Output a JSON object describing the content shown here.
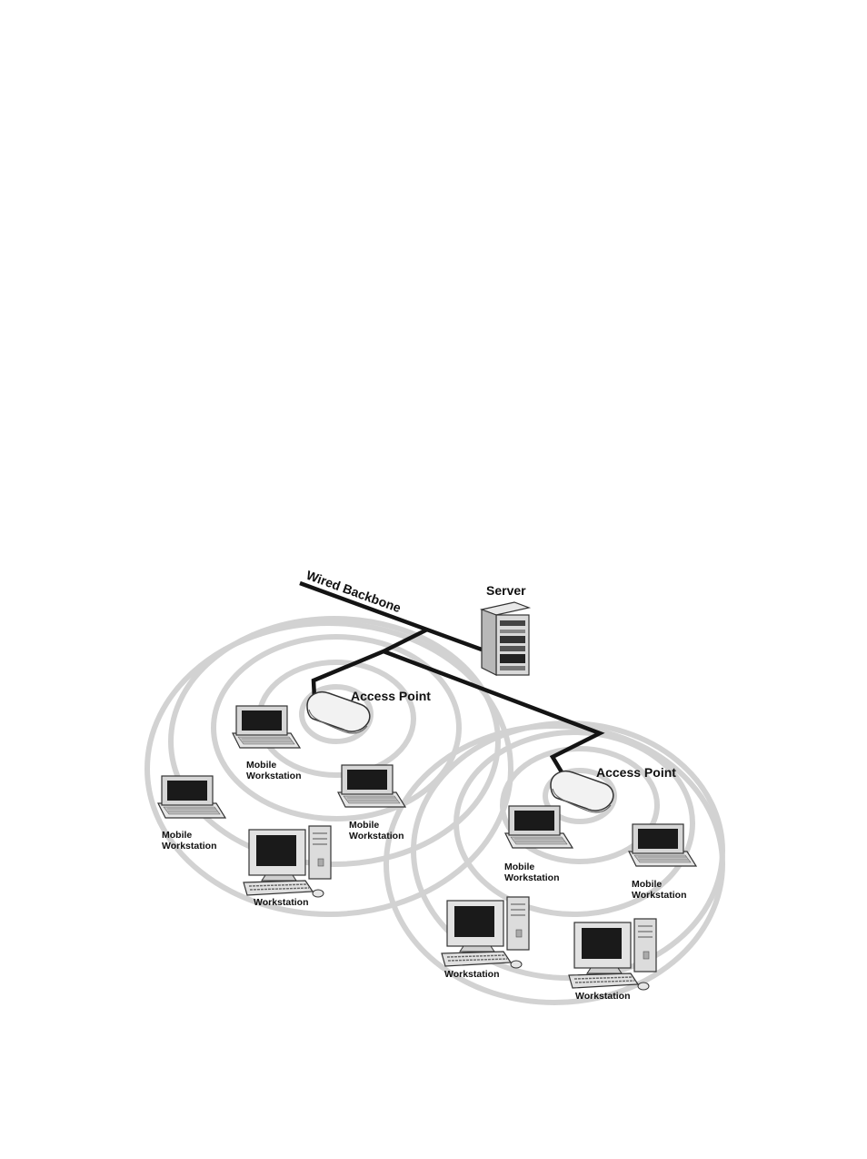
{
  "backbone_label": "Wired Backbone",
  "server_label": "Server",
  "access_points": [
    {
      "label": "Access Point"
    },
    {
      "label": "Access Point"
    }
  ],
  "devices": [
    {
      "type": "laptop",
      "line1": "Mobile",
      "line2": "Workstation"
    },
    {
      "type": "laptop",
      "line1": "Mobile",
      "line2": "Workstation"
    },
    {
      "type": "laptop",
      "line1": "Mobile",
      "line2": "Workstation"
    },
    {
      "type": "desktop",
      "line1": "Workstation"
    },
    {
      "type": "laptop",
      "line1": "Mobile",
      "line2": "Workstation"
    },
    {
      "type": "laptop",
      "line1": "Mobile",
      "line2": "Workstation"
    },
    {
      "type": "desktop",
      "line1": "Workstation"
    },
    {
      "type": "desktop",
      "line1": "Workstation"
    }
  ],
  "colors": {
    "cable": "#141414",
    "rings": "#d2d2d2",
    "screen": "#1a1a1a"
  }
}
